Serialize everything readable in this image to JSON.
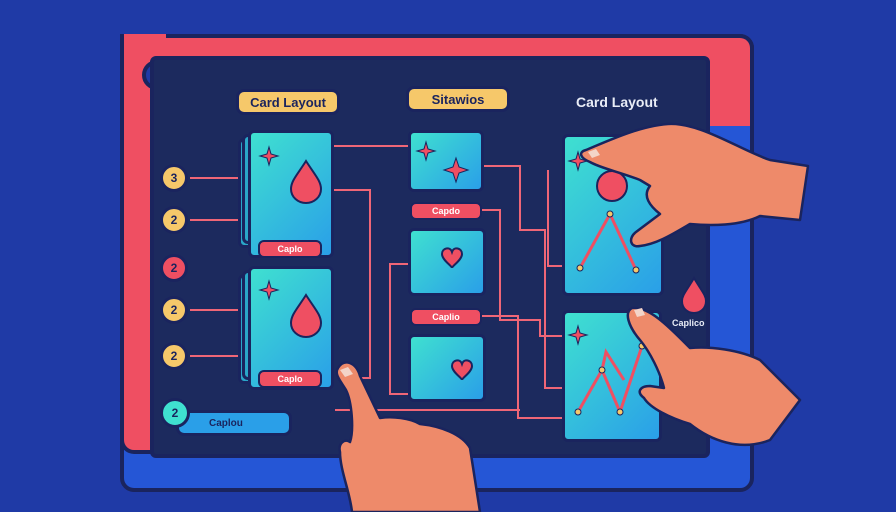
{
  "header": {
    "left_pill": "Card Layout",
    "center_pill": "Sitawios",
    "right_title": "Card Layout"
  },
  "badges": [
    {
      "label": "3",
      "color": "#f6c86a"
    },
    {
      "label": "2",
      "color": "#f6c86a"
    },
    {
      "label": "2",
      "color": "#ef4f62"
    },
    {
      "label": "2",
      "color": "#f6c86a"
    },
    {
      "label": "2",
      "color": "#f6c86a"
    },
    {
      "label": "2",
      "color": "#3fe0d0"
    }
  ],
  "left_stack_top": {
    "tag": "Caplo"
  },
  "left_stack_bottom": {
    "tag": "Caplo"
  },
  "middle_tags": {
    "upper": "Capdo",
    "lower": "Caplio"
  },
  "bottom_bar": {
    "label": "Caplou"
  },
  "side_caption": "Caplico",
  "colors": {
    "background": "#1f3aa6",
    "screen": "#1c2a5e",
    "bezel": "#ef4f62",
    "accent": "#ef4f62",
    "card_from": "#3fe0d0",
    "card_to": "#2a9fe8",
    "pill": "#f6c86a"
  }
}
